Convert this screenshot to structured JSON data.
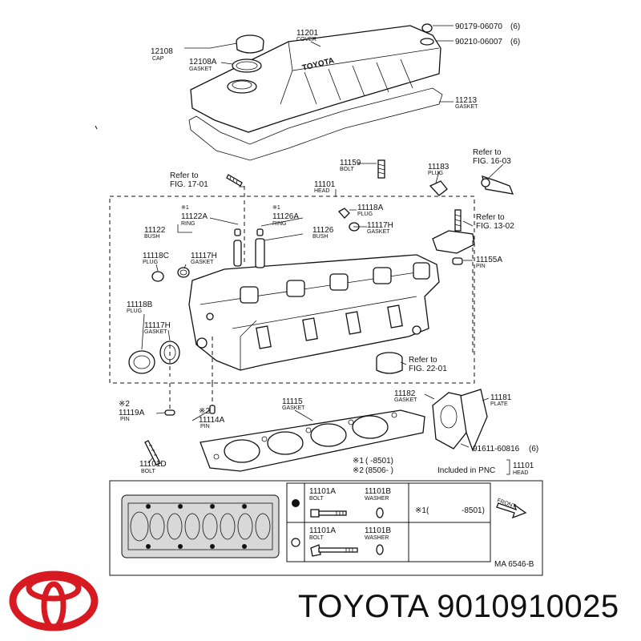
{
  "brand": {
    "name": "TOYOTA",
    "part_number": "9010910025",
    "logo": "toyota-logo"
  },
  "parts": {
    "p90179": {
      "num": "90179-06070",
      "qty": "(6)"
    },
    "p90210": {
      "num": "90210-06007",
      "qty": "(6)"
    },
    "p12108": {
      "num": "12108",
      "name": "CAP"
    },
    "p11201": {
      "num": "11201",
      "name": "COVER"
    },
    "p12108a": {
      "num": "12108A",
      "name": "GASKET"
    },
    "p11213": {
      "num": "11213",
      "name": "GASKET"
    },
    "p11159": {
      "num": "11159",
      "name": "BOLT"
    },
    "p11183": {
      "num": "11183",
      "name": "PLUG"
    },
    "p11101": {
      "num": "11101",
      "name": "HEAD"
    },
    "p11122a": {
      "mark": "※1",
      "num": "11122A",
      "name": "RING"
    },
    "p11126a": {
      "mark": "※1",
      "num": "11126A",
      "name": "RING"
    },
    "p11122": {
      "num": "11122",
      "name": "BUSH"
    },
    "p11126": {
      "num": "11126",
      "name": "BUSH"
    },
    "p11118a": {
      "num": "11118A",
      "name": "PLUG"
    },
    "p11117h_r": {
      "num": "11117H",
      "name": "GASKET"
    },
    "p11118c": {
      "num": "11118C",
      "name": "PLUG"
    },
    "p11117h_l": {
      "num": "11117H",
      "name": "GASKET"
    },
    "p11155a": {
      "num": "11155A",
      "name": "PIN"
    },
    "p11118b": {
      "num": "11118B",
      "name": "PLUG"
    },
    "p11117h_b": {
      "num": "11117H",
      "name": "GASKET"
    },
    "p11119a": {
      "mark": "※2",
      "num": "11119A",
      "name": "PIN"
    },
    "p11114a": {
      "mark": "※2",
      "num": "11114A",
      "name": "PIN"
    },
    "p11115": {
      "num": "11115",
      "name": "GASKET"
    },
    "p11182": {
      "num": "11182",
      "name": "GASKET"
    },
    "p11181": {
      "num": "11181",
      "name": "PLATE"
    },
    "p91611": {
      "num": "91611-60816",
      "qty": "(6)"
    },
    "p11101d": {
      "num": "11101D",
      "name": "BOLT"
    }
  },
  "refs": {
    "fig17": {
      "text": "Refer to",
      "fig": "FIG. 17-01"
    },
    "fig16": {
      "text": "Refer to",
      "fig": "FIG. 16-03"
    },
    "fig13": {
      "text": "Refer to",
      "fig": "FIG. 13-02"
    },
    "fig22": {
      "text": "Refer to",
      "fig": "FIG. 22-01"
    }
  },
  "cover_text": "TOYOTA",
  "legend": {
    "l1_mark": "※1",
    "l1_range": "(        -8501)",
    "l2_mark": "※2",
    "l2_range": "(8506-          )",
    "l2_note": "Included in PNC",
    "pnc_num": "11101",
    "pnc_name": "HEAD"
  },
  "table": {
    "r1_a_num": "11101A",
    "r1_a_name": "BOLT",
    "r1_b_num": "11101B",
    "r1_b_name": "WASHER",
    "r1_mark": "※1(",
    "r1_range": "-8501)",
    "r2_a_num": "11101A",
    "r2_a_name": "BOLT",
    "r2_b_num": "11101B",
    "r2_b_name": "WASHER",
    "front": "FRONT"
  },
  "diagram_code": "MA 6546-B",
  "colors": {
    "logo": "#d71921",
    "ink": "#111111"
  }
}
